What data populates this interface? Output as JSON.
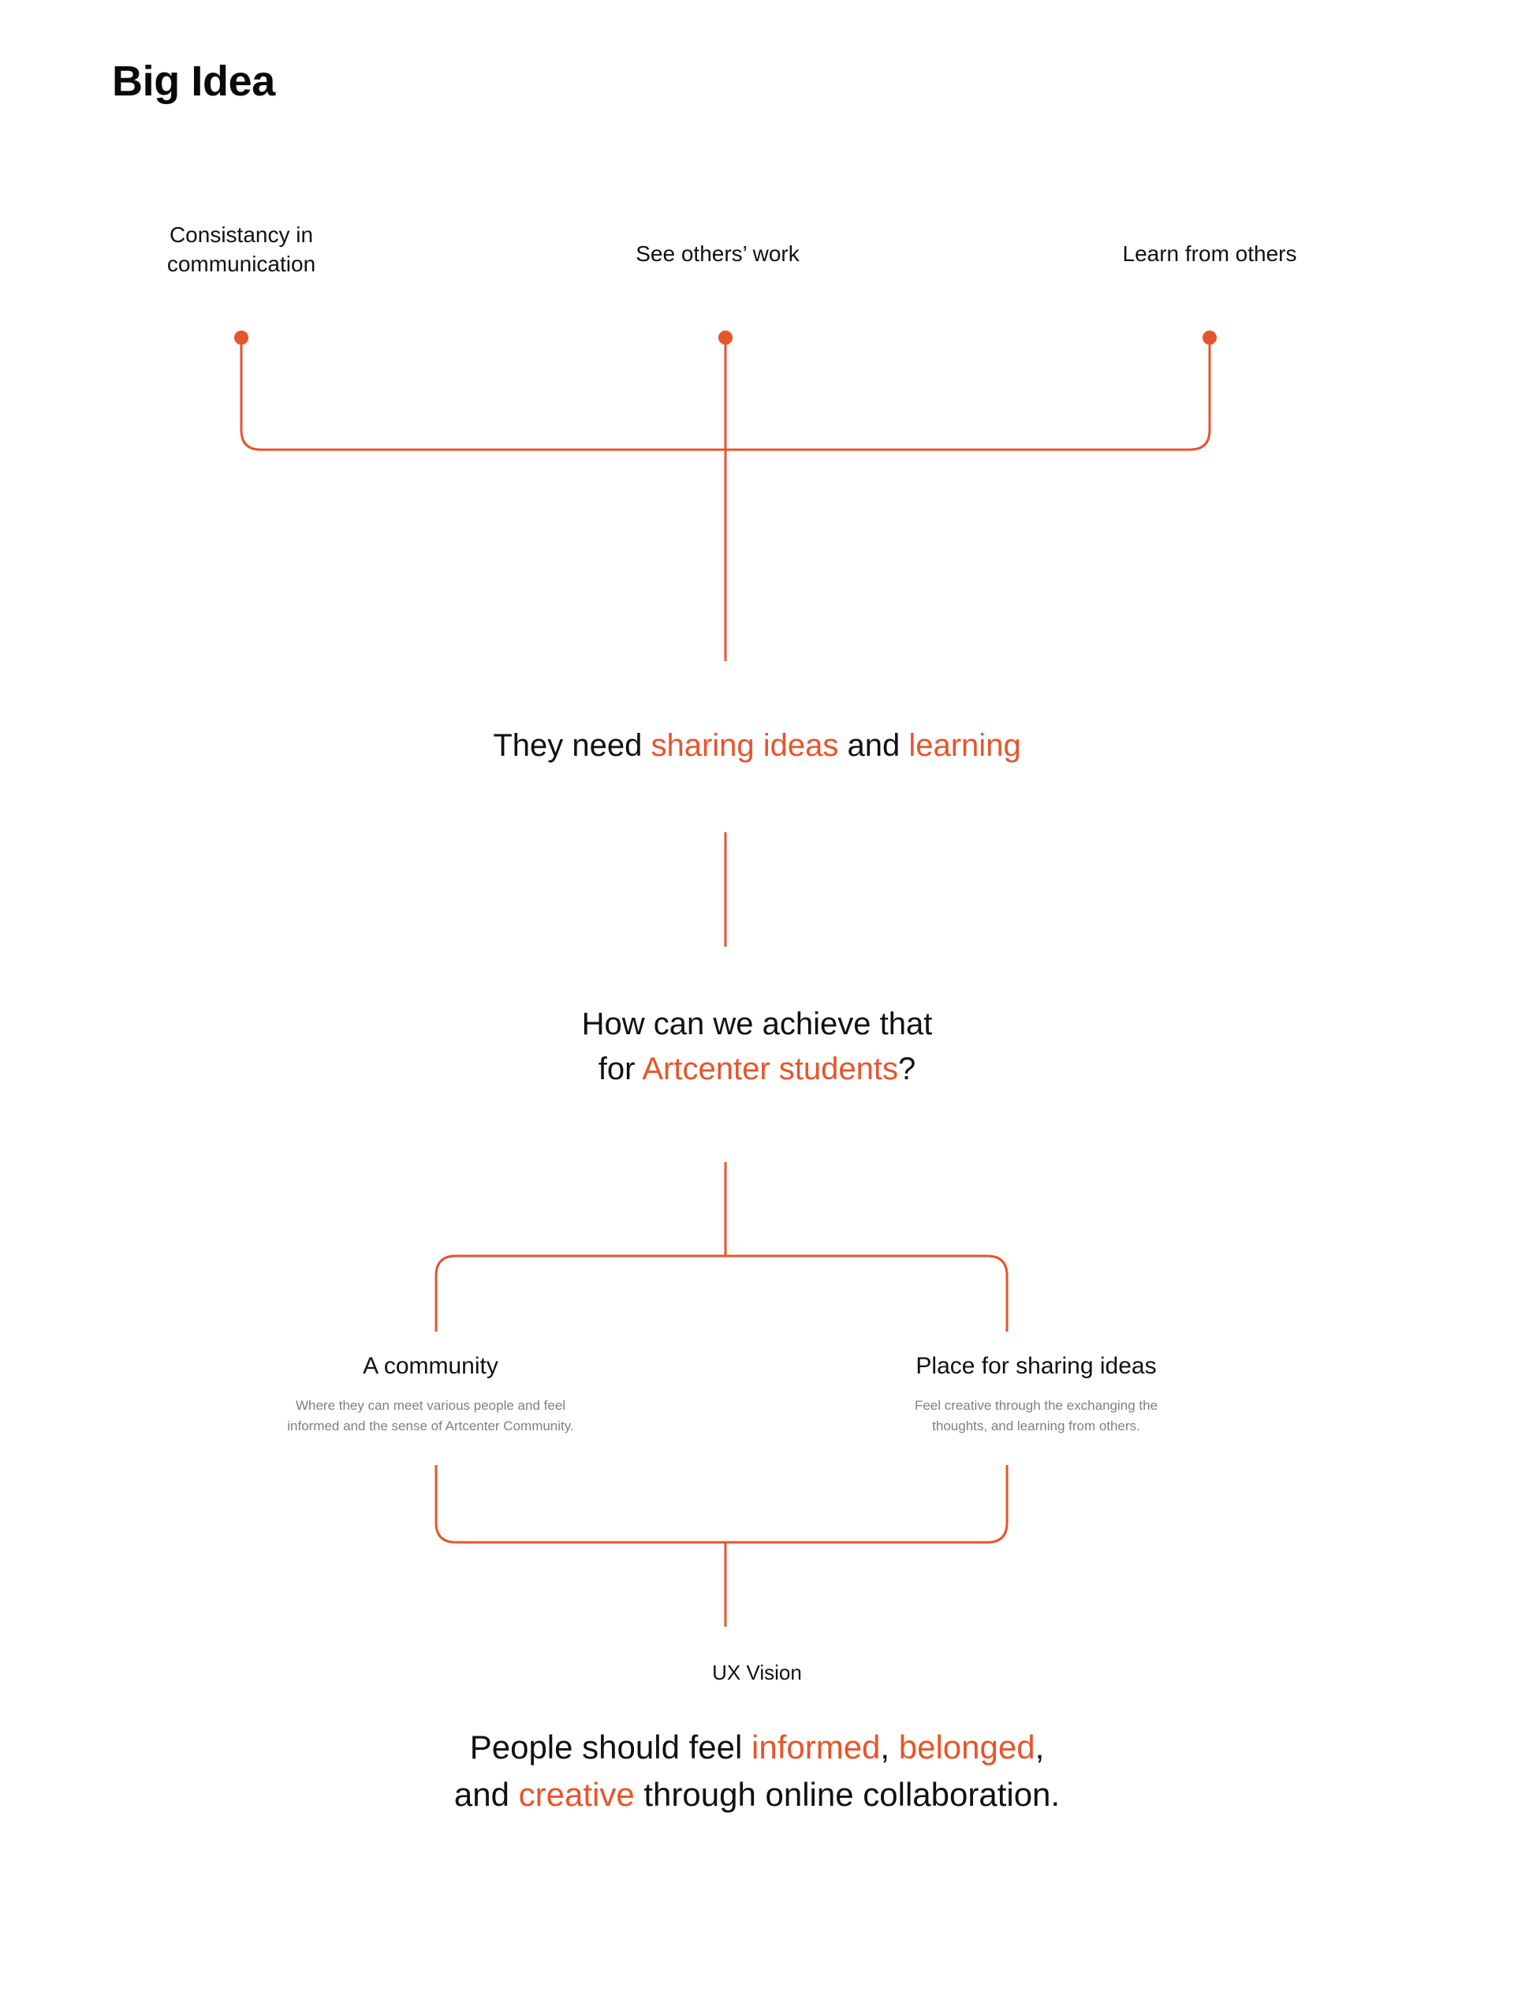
{
  "title": "Big Idea",
  "accent_color": "#E8542B",
  "text_color": "#111111",
  "muted_color": "#808080",
  "background_color": "#FFFFFF",
  "sources": [
    {
      "label": "Consistancy in\ncommunication"
    },
    {
      "label": "See others’ work"
    },
    {
      "label": "Learn from others"
    }
  ],
  "statements": {
    "need": {
      "pre": "They need ",
      "hl1": "sharing ideas",
      "mid": " and ",
      "hl2": "learning",
      "post": ""
    },
    "how": {
      "line1": "How can we achieve that",
      "pre2": "for ",
      "hl2": "Artcenter students",
      "post2": "?"
    }
  },
  "branches": [
    {
      "title": "A community",
      "body": "Where they can meet various people and feel\ninformed and the sense of Artcenter Community."
    },
    {
      "title": "Place for sharing ideas",
      "body": "Feel creative through the exchanging the\nthoughts, and learning from others."
    }
  ],
  "vision": {
    "label": "UX Vision",
    "pre": "People should feel ",
    "hl1": "informed",
    "sep1": ", ",
    "hl2": "belonged",
    "sep2": ",",
    "line2_pre": "and ",
    "hl3": "creative",
    "line2_post": " through online collaboration."
  }
}
